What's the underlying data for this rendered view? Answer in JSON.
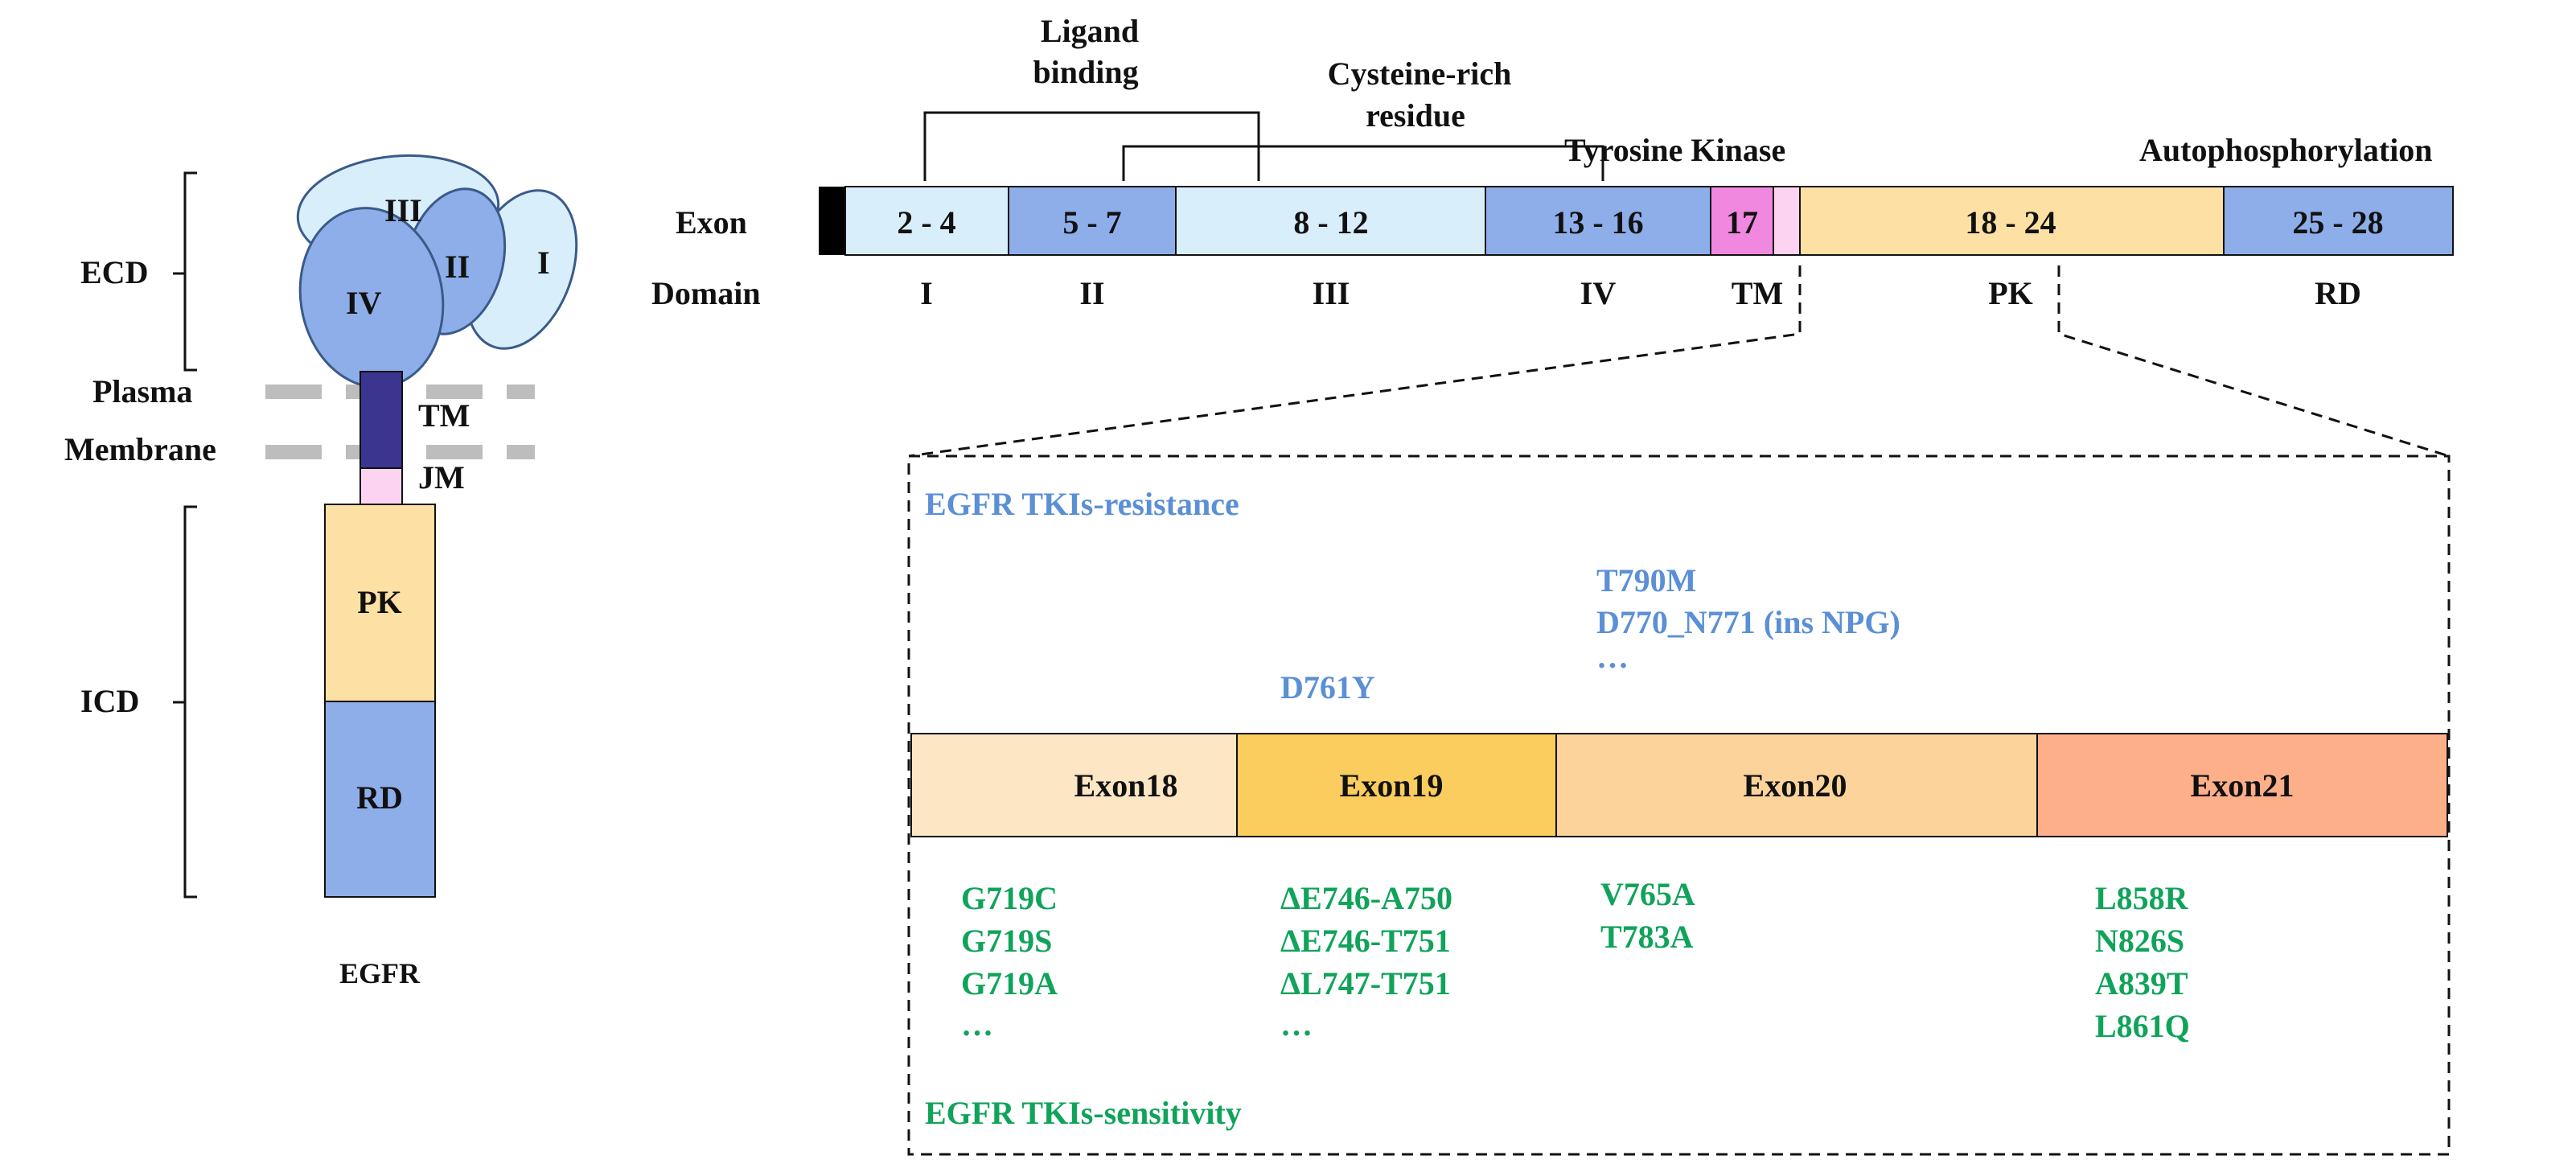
{
  "colors": {
    "light_blue": "#d9eefb",
    "mid_blue": "#8eaee9",
    "magenta": "#f088e0",
    "pink": "#fcd3f1",
    "tan": "#fde0a4",
    "dark_purple": "#3b3590",
    "tk_resist": "#5b8fd6",
    "tk_sense": "#10a35a",
    "exon18": "#fde6c4",
    "exon19": "#fbcc5e",
    "exon20": "#fdd39c",
    "exon21": "#fdaf8a"
  },
  "receptor": {
    "ecd_label": "ECD",
    "icd_label": "ICD",
    "membrane_label_1": "Plasma",
    "membrane_label_2": "Membrane",
    "domains": {
      "III": "III",
      "II": "II",
      "I": "I",
      "IV": "IV"
    },
    "tm": "TM",
    "jm": "JM",
    "pk": "PK",
    "rd": "RD",
    "caption": "EGFR"
  },
  "exon_map": {
    "exon_label": "Exon",
    "domain_label": "Domain",
    "ligand_1": "Ligand",
    "ligand_2": "binding",
    "cys_1": "Cysteine-rich",
    "cys_2": "residue",
    "tk_label": "Tyrosine Kinase",
    "auto_label": "Autophosphorylation",
    "segments": [
      "2 - 4",
      "5 - 7",
      "8 - 12",
      "13 - 16",
      "17",
      "18 - 24",
      "25 - 28"
    ],
    "domains": [
      "I",
      "II",
      "III",
      "IV",
      "TM",
      "PK",
      "RD"
    ]
  },
  "detail": {
    "resistance_title": "EGFR TKIs-resistance",
    "resistance_mutations": [
      "T790M",
      "D770_N771 (ins NPG)",
      "…"
    ],
    "resistance_d761y": "D761Y",
    "exons": [
      "Exon18",
      "Exon19",
      "Exon20",
      "Exon21"
    ],
    "sens_exon18": [
      "G719C",
      "G719S",
      "G719A",
      "…"
    ],
    "sens_exon19": [
      "ΔE746-A750",
      "ΔE746-T751",
      "ΔL747-T751",
      "…"
    ],
    "sens_exon20": [
      "V765A",
      "T783A"
    ],
    "sens_exon21": [
      "L858R",
      "N826S",
      "A839T",
      "L861Q"
    ],
    "sensitivity_title": "EGFR TKIs-sensitivity"
  }
}
